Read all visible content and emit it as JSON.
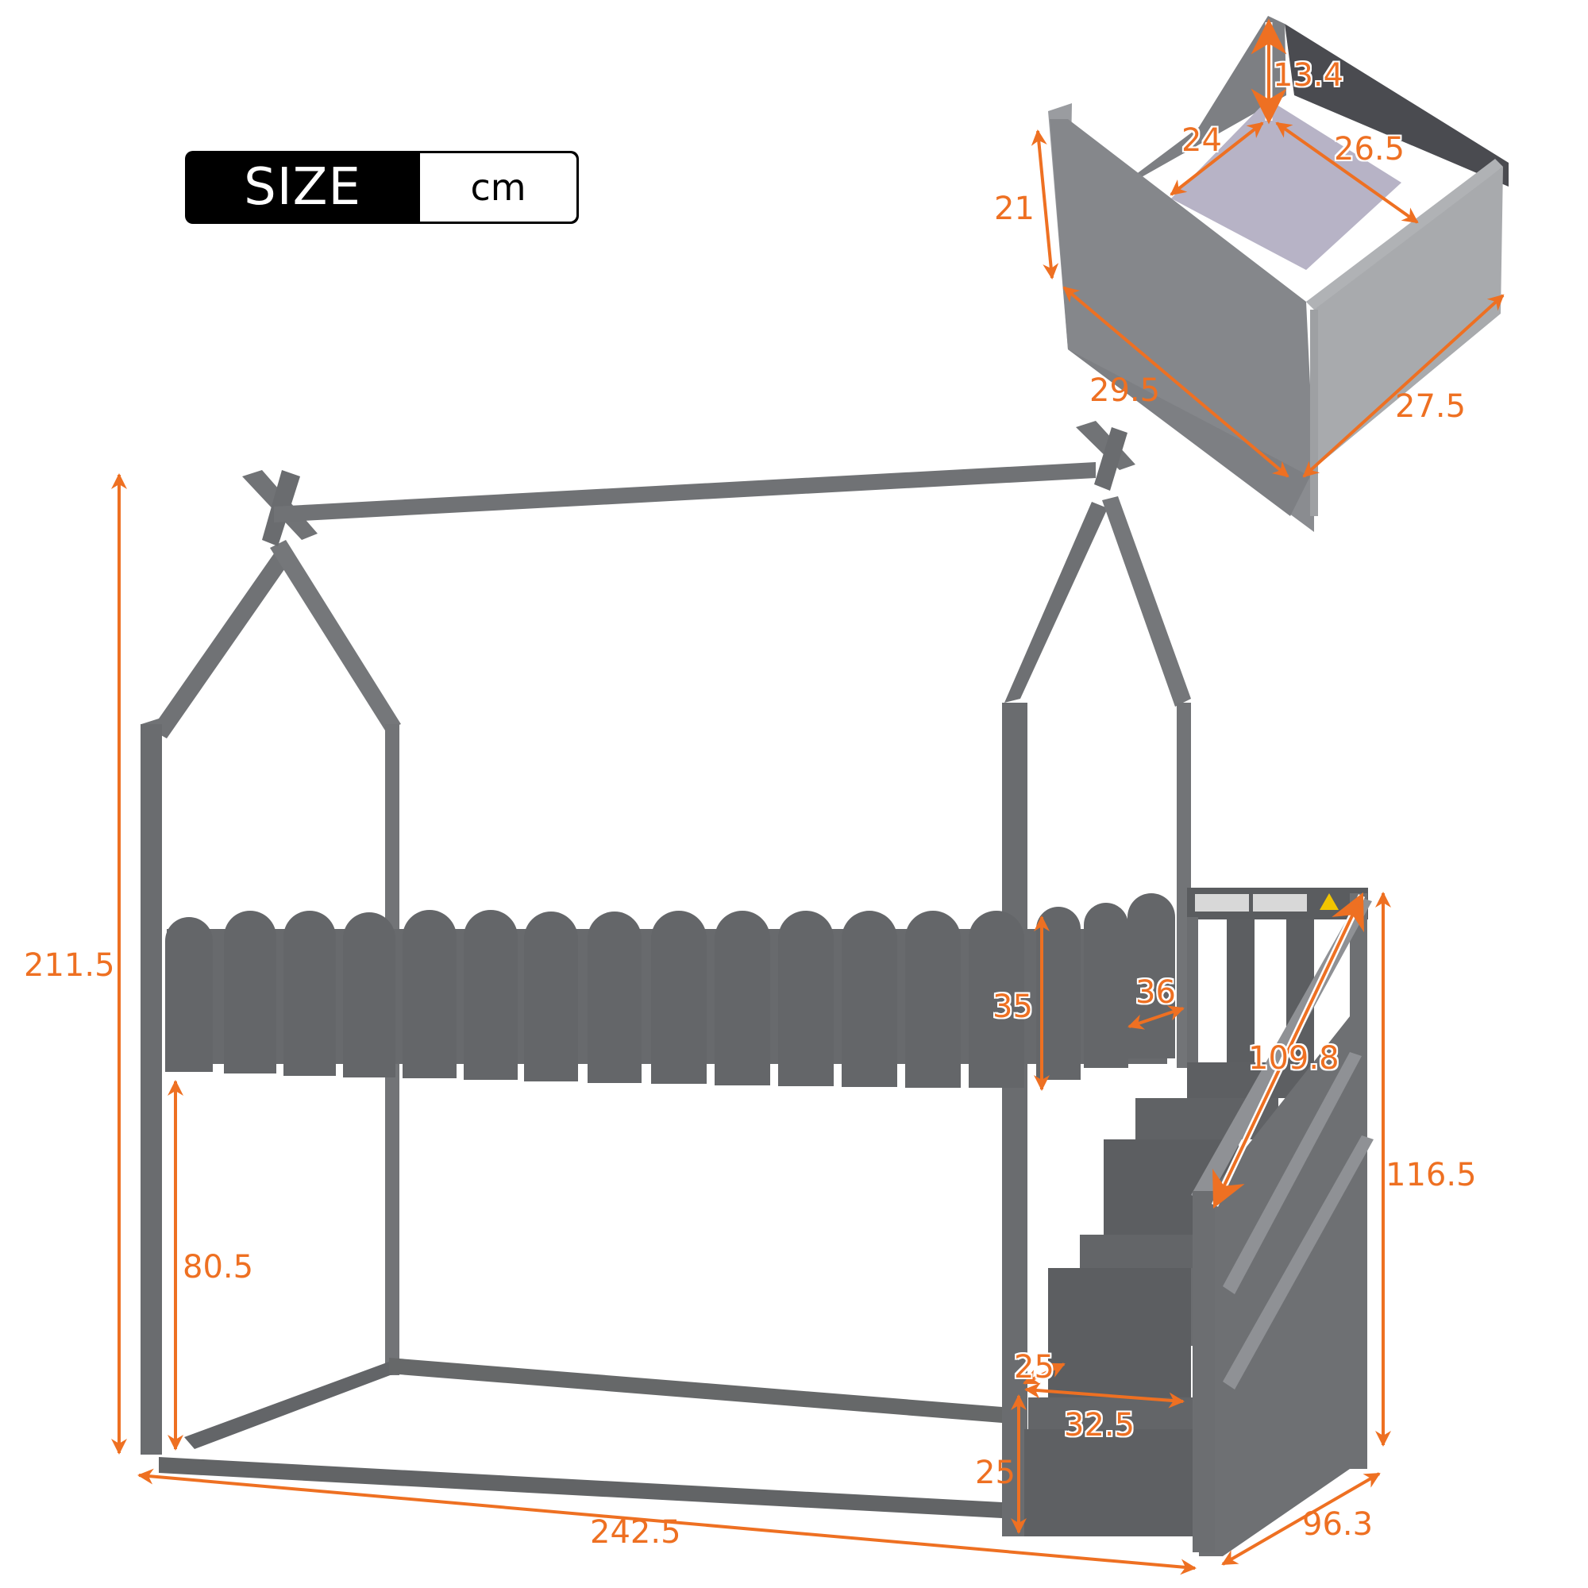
{
  "legend": {
    "title": "SIZE",
    "unit": "cm"
  },
  "colors": {
    "dimension_orange": "#EE7022",
    "frame_gray": "#6B6D70",
    "frame_dark": "#55575A",
    "drawer_light": "#8E9094",
    "drawer_floor": "#B7B3C6",
    "drawer_back": "#4A4B50",
    "slat_wood": "#E3D3B8"
  },
  "bed": {
    "dimensions": {
      "total_height": "211.5",
      "underbed_clearance": "80.5",
      "guardrail_height": "35",
      "guardrail_gap": "36",
      "stair_rail_length": "109.8",
      "stair_height": "116.5",
      "step_depth": "25",
      "step_width": "32.5",
      "step_height": "25",
      "total_length": "242.5",
      "total_width": "96.3"
    }
  },
  "drawer": {
    "dimensions": {
      "inner_height": "13.4",
      "inner_width": "24",
      "inner_depth": "26.5",
      "outer_height": "21",
      "outer_length": "29.5",
      "outer_width": "27.5"
    }
  }
}
